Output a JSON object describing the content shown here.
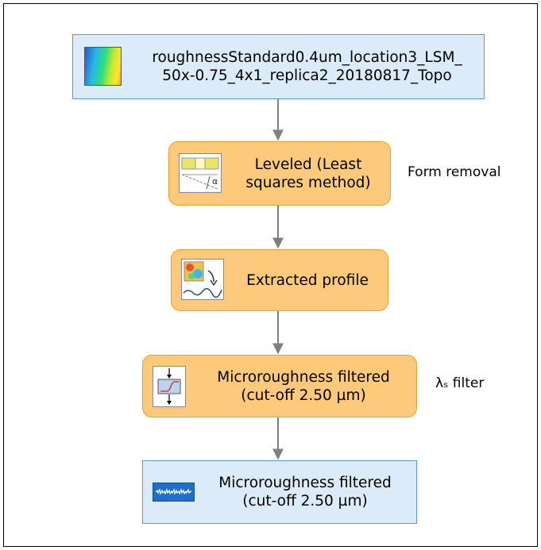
{
  "nodes": {
    "source": {
      "label_line1": "roughnessStandard0.4um_location3_LSM_",
      "label_line2": "50x-0.75_4x1_replica2_20180817_Topo",
      "icon": "topography-color-map-icon"
    },
    "leveled": {
      "label_line1": "Leveled (Least",
      "label_line2": "squares method)",
      "icon": "level-tool-icon",
      "icon_symbol": "α"
    },
    "extracted": {
      "label": "Extracted profile",
      "icon": "profile-extraction-icon"
    },
    "filter": {
      "label_line1": "Microroughness filtered",
      "label_line2": "(cut-off 2.50 µm)",
      "icon": "filter-icon"
    },
    "result": {
      "label_line1": "Microroughness filtered",
      "label_line2": "(cut-off 2.50 µm)",
      "icon": "profile-waveform-icon"
    }
  },
  "annotations": {
    "form_removal": "Form removal",
    "lambda_s_filter": "λₛ filter"
  },
  "colors": {
    "source_fill": "#dcebfa",
    "source_border": "#5b9bd5",
    "operator_fill": "#fdc97a",
    "operator_border": "#e8a233",
    "connector": "#808080"
  }
}
